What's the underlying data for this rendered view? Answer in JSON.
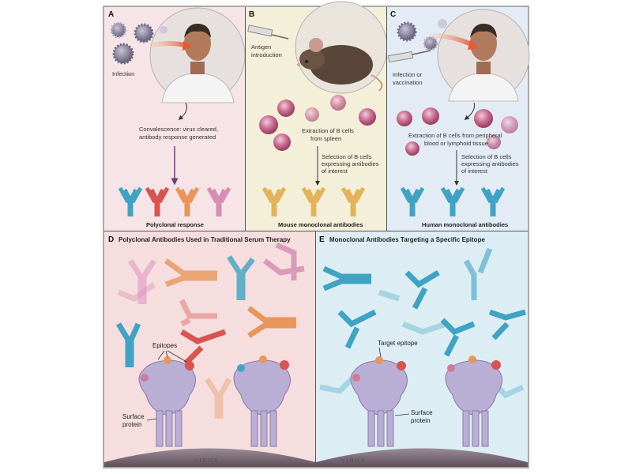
{
  "panels": {
    "a": {
      "letter": "A",
      "infection_label": "Infection",
      "convalescence_line1": "Convalescence: virus cleared,",
      "convalescence_line2": "antibody response generated",
      "caption": "Polyclonal response"
    },
    "b": {
      "letter": "B",
      "antigen_line1": "Antigen",
      "antigen_line2": "introduction",
      "extraction_line1": "Extraction of B cells",
      "extraction_line2": "from spleen",
      "selection_line1": "Selection of B cells",
      "selection_line2": "expressing antibodies",
      "selection_line3": "of interest",
      "caption": "Mouse monoclonal antibodies"
    },
    "c": {
      "letter": "C",
      "infection_line1": "Infection or",
      "infection_line2": "vaccination",
      "extraction_line1": "Extraction of B cells from peripheral",
      "extraction_line2": "blood or lymphoid tissue",
      "selection_line1": "Selection of B cells",
      "selection_line2": "expressing antibodies",
      "selection_line3": "of interest",
      "caption": "Human monoclonal antibodies"
    },
    "d": {
      "letter": "D",
      "title": "Polyclonal Antibodies Used in Traditional Serum Therapy",
      "epitopes_label": "Epitopes",
      "surface_line1": "Surface",
      "surface_line2": "protein",
      "virus_label": "VIRUS"
    },
    "e": {
      "letter": "E",
      "title": "Monoclonal Antibodies Targeting a Specific Epitope",
      "target_label": "Target epitope",
      "surface_line1": "Surface",
      "surface_line2": "protein",
      "virus_label": "VIRUS"
    }
  },
  "colors": {
    "panel_a_bg": "#f7e4e6",
    "panel_b_bg": "#f4efd9",
    "panel_c_bg": "#e3ecf5",
    "panel_d_bg": "#f6dede",
    "panel_e_bg": "#dceef3",
    "antibody_blue": "#3fa3c4",
    "antibody_red": "#d9534f",
    "antibody_orange": "#e9965a",
    "antibody_pink": "#d58fb4",
    "antibody_yellow": "#e2b45a",
    "b_cell": "#c86a8e",
    "virus_membrane": "#7b6a78",
    "surface_protein": "#b9aed4"
  },
  "icons": [
    "virus-icon",
    "person-icon",
    "mouse-icon",
    "syringe-icon",
    "b-cell-icon",
    "antibody-icon",
    "arrow-icon"
  ]
}
